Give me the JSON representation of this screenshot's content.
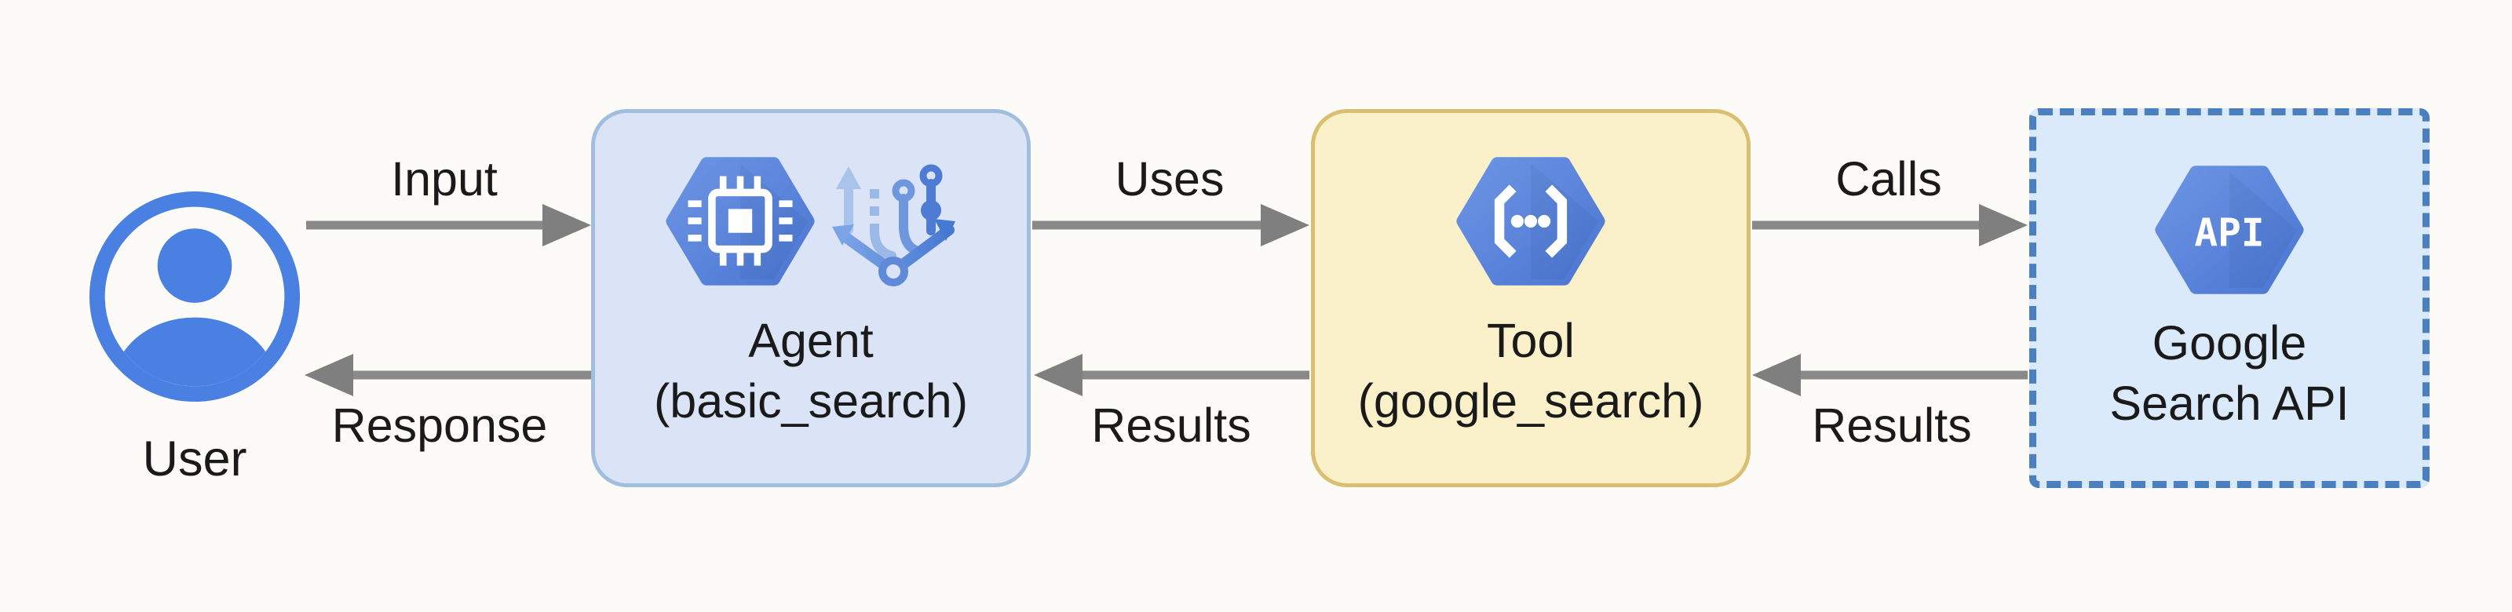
{
  "diagram": {
    "title_implicit": "Agent tool flow",
    "nodes": {
      "user": {
        "label": "User",
        "icon": "person-circle-icon"
      },
      "agent": {
        "title": "Agent",
        "subtitle": "(basic_search)",
        "icons": [
          "cpu-hexagon-icon",
          "branch-flow-icon"
        ]
      },
      "tool": {
        "title": "Tool",
        "subtitle": "(google_search)",
        "icon": "endpoints-hexagon-icon"
      },
      "api": {
        "title": "Google",
        "subtitle": "Search API",
        "icon": "api-hexagon-icon",
        "badge": "API"
      }
    },
    "edges": [
      {
        "id": "input",
        "from": "User",
        "to": "Agent",
        "label": "Input",
        "direction": "right"
      },
      {
        "id": "uses",
        "from": "Agent",
        "to": "Tool",
        "label": "Uses",
        "direction": "right"
      },
      {
        "id": "calls",
        "from": "Tool",
        "to": "Google Search API",
        "label": "Calls",
        "direction": "right"
      },
      {
        "id": "response",
        "from": "Agent",
        "to": "User",
        "label": "Response",
        "direction": "left"
      },
      {
        "id": "results-agent",
        "from": "Tool",
        "to": "Agent",
        "label": "Results",
        "direction": "left"
      },
      {
        "id": "results-tool",
        "from": "Google Search API",
        "to": "Tool",
        "label": "Results",
        "direction": "left"
      }
    ],
    "colors": {
      "background": "#fcfbf8",
      "google_blue_light": "#6c94e4",
      "google_blue_dark": "#4c77d2",
      "user_icon_blue": "#4a80e2",
      "agent_box_fill": "#dbe4f6",
      "agent_box_border": "#a2bede",
      "tool_box_fill": "#faf0ca",
      "tool_box_border": "#dabf70",
      "api_box_fill": "#daeafa",
      "api_box_border": "#4a80c0",
      "arrow_gray": "#898989",
      "text": "#1a1a1a"
    }
  }
}
